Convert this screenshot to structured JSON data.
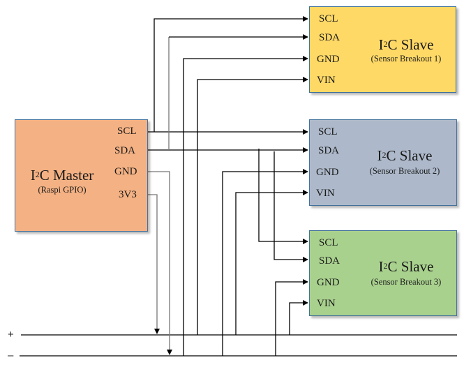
{
  "master": {
    "title_prefix": "I",
    "title_sup": "2",
    "title_suffix": "C Master",
    "subtitle": "(Raspi GPIO)",
    "pins": [
      "SCL",
      "SDA",
      "GND",
      "3V3"
    ],
    "color": "#F4B183"
  },
  "slaves": [
    {
      "title_prefix": "I",
      "title_sup": "2",
      "title_suffix": "C Slave",
      "subtitle": "(Sensor Breakout 1)",
      "pins": [
        "SCL",
        "SDA",
        "GND",
        "VIN"
      ],
      "color": "#FFD966"
    },
    {
      "title_prefix": "I",
      "title_sup": "2",
      "title_suffix": "C Slave",
      "subtitle": "(Sensor Breakout 2)",
      "pins": [
        "SCL",
        "SDA",
        "GND",
        "VIN"
      ],
      "color": "#ADB9CA"
    },
    {
      "title_prefix": "I",
      "title_sup": "2",
      "title_suffix": "C Slave",
      "subtitle": "(Sensor Breakout 3)",
      "pins": [
        "SCL",
        "SDA",
        "GND",
        "VIN"
      ],
      "color": "#A9D18E"
    }
  ],
  "bus": {
    "plus_label": "+",
    "minus_label": "–"
  },
  "colors": {
    "border": "#41719C",
    "wire": "#000000"
  }
}
